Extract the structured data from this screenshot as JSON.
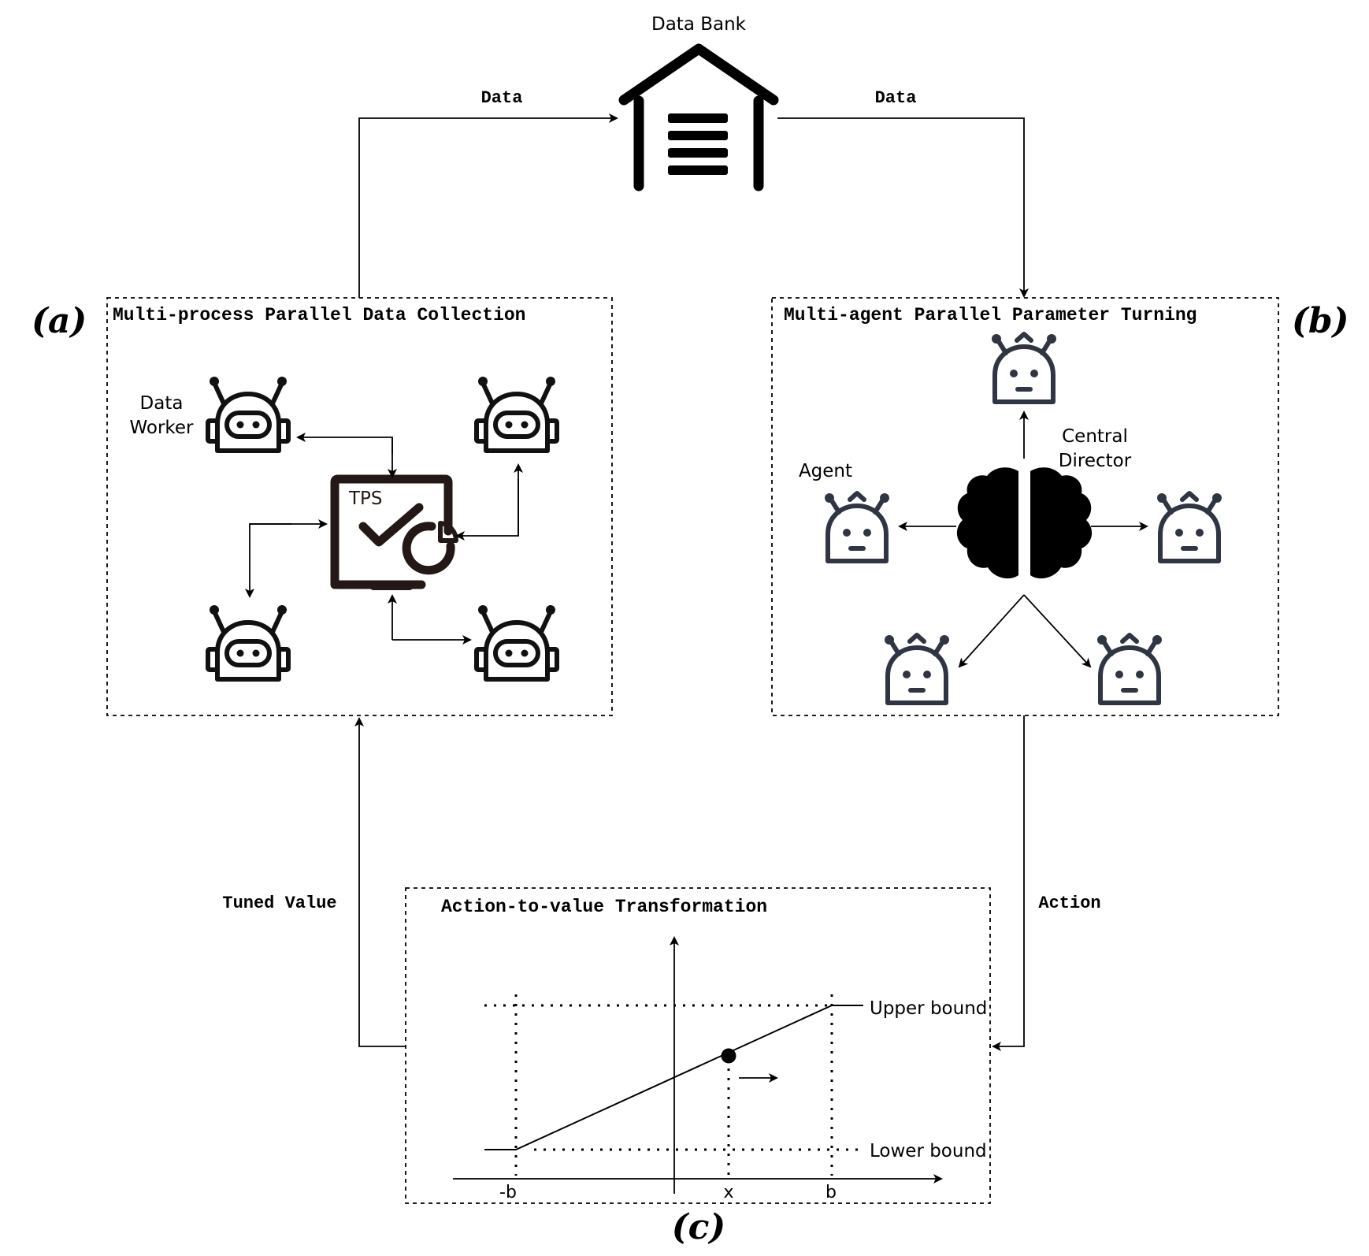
{
  "data_bank": {
    "label": "Data Bank"
  },
  "edges": {
    "left_data": "Data",
    "right_data": "Data",
    "tuned_value": "Tuned Value",
    "action": "Action"
  },
  "panel_a": {
    "tag": "(a)",
    "title": "Multi-process Parallel Data Collection",
    "worker_label_line1": "Data",
    "worker_label_line2": "Worker",
    "monitor_label": "TPS"
  },
  "panel_b": {
    "tag": "(b)",
    "title": "Multi-agent Parallel Parameter Turning",
    "agent_label": "Agent",
    "director_line1": "Central",
    "director_line2": "Director"
  },
  "panel_c": {
    "tag": "(c)",
    "title": "Action-to-value Transformation",
    "upper_bound": "Upper bound",
    "lower_bound": "Lower bound",
    "tick_neg_b": "-b",
    "tick_x": "x",
    "tick_b": "b"
  },
  "colors": {
    "line": "#000000",
    "robot": "#111111",
    "agent": "#2f3542"
  }
}
